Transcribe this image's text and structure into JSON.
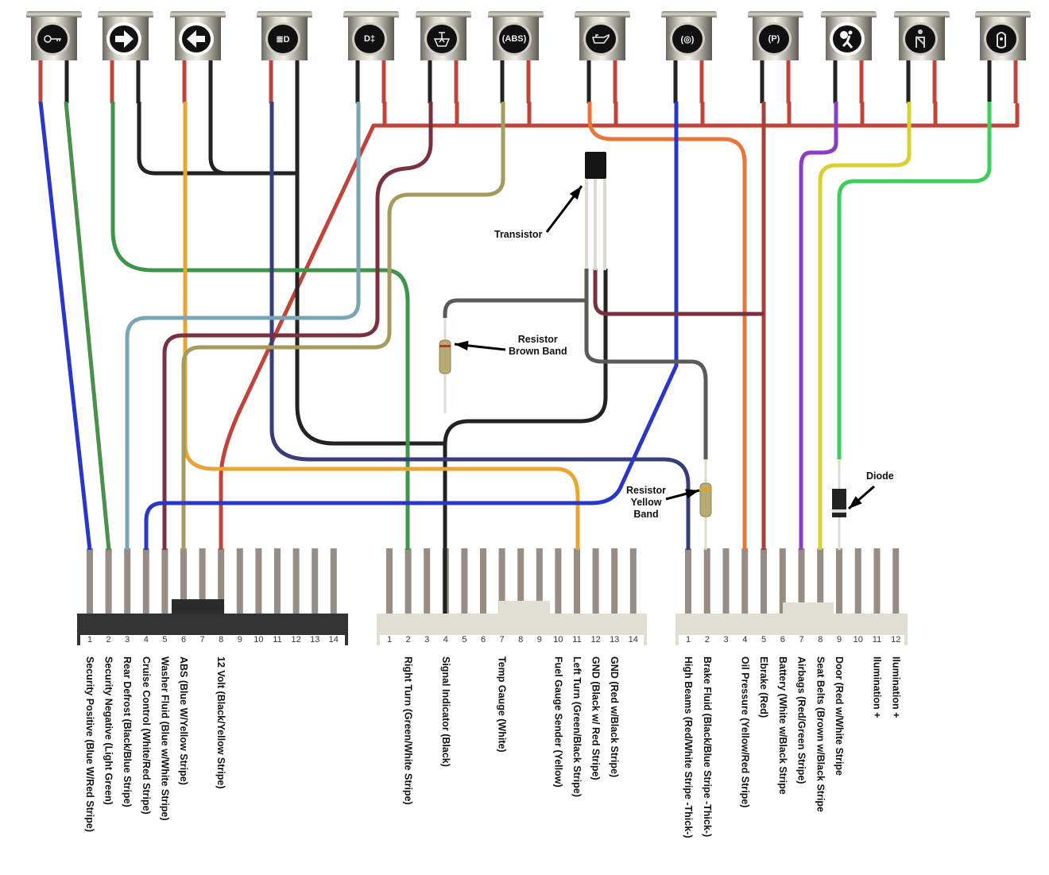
{
  "lamps": [
    {
      "name": "security",
      "icon": "key-icon",
      "glyph": ""
    },
    {
      "name": "right-turn",
      "icon": "arrow-right-icon",
      "glyph": ""
    },
    {
      "name": "left-turn",
      "icon": "arrow-left-icon",
      "glyph": ""
    },
    {
      "name": "high-beam",
      "icon": "high-beam-icon",
      "glyph": "≣D"
    },
    {
      "name": "rear-defrost",
      "icon": "rear-fog-icon",
      "glyph": "D‡"
    },
    {
      "name": "washer-fluid",
      "icon": "washer-fluid-icon",
      "glyph": ""
    },
    {
      "name": "abs",
      "icon": "abs-icon",
      "glyph": "(ABS)"
    },
    {
      "name": "oil-pressure",
      "icon": "oil-can-icon",
      "glyph": ""
    },
    {
      "name": "brake-fluid",
      "icon": "brake-fluid-icon",
      "glyph": "(◎)"
    },
    {
      "name": "ebrake",
      "icon": "parking-brake-icon",
      "glyph": "(P)"
    },
    {
      "name": "airbags",
      "icon": "airbag-icon",
      "glyph": ""
    },
    {
      "name": "seat-belts",
      "icon": "seatbelt-icon",
      "glyph": ""
    },
    {
      "name": "door",
      "icon": "door-ajar-icon",
      "glyph": ""
    }
  ],
  "connectors": [
    {
      "id": "c1",
      "style": "dark",
      "pins": 14,
      "labels": {
        "1": "Security Positive  (Blue W/Red Stripe)",
        "2": "Security Negative  (Light Green)",
        "3": "Rear Defrost (Black/Blue Stripe)",
        "4": "Cruise Control (White/Red Stripe)",
        "5": "Washer Fluid (Blue w/White Stripe)",
        "6": "ABS (Blue W/Yellow Stripe)",
        "8": "12 Volt (Black/Yellow Stripe)"
      }
    },
    {
      "id": "c2",
      "style": "light",
      "pins": 14,
      "labels": {
        "2": "Right Turn (Green/White Stripe)",
        "4": "Signal Indicator (Black)",
        "7": "Temp Gauge (White)",
        "10": "Fuel Gauge Sender (Yellow)",
        "11": "Left Turn (Green/Black Stripe)",
        "12": "GND (Black w/ Red Stripe)",
        "13": "GND (Red w/Black Stripe)"
      }
    },
    {
      "id": "c3",
      "style": "light",
      "pins": 12,
      "labels": {
        "1": "High Beams (Red/White Stripe -Thick-)",
        "2": "Brake Fluid (Black/Blue Stripe -Thick-)",
        "4": "Oil Pressure (Yellow/Red Stripe)",
        "5": "Ebrake (Red)",
        "6": "Battery (White w/Black Stripe",
        "7": "Airbags (Red/Green Stripe)",
        "8": "Seat Belts (Brown w/Black Stripe",
        "9": "Door (Red w/White Stripe",
        "11": "Ilumination +",
        "12": "Ilumination +"
      }
    }
  ],
  "annotations": {
    "transistor": "Transistor",
    "resistor_brown": [
      "Resistor",
      "Brown Band"
    ],
    "resistor_yellow": [
      "Resistor",
      "Yellow",
      "Band"
    ],
    "diode": "Diode"
  },
  "wire_colors": {
    "red": "#c0443a",
    "black": "#222222",
    "blue": "#2a36c8",
    "dark_green": "#4a8f4a",
    "green": "#3e9448",
    "orange_yellow": "#e8a531",
    "navy": "#383d7c",
    "light_blue": "#7aa5b5",
    "maroon": "#7a3040",
    "olive": "#a39c5c",
    "orange": "#e8763a",
    "ebrake_red": "#a8403e",
    "purple": "#8a3fc2",
    "yellow": "#d9cf33",
    "bright_green": "#3fce5e",
    "gray": "#5a5a57",
    "lead_white": "#dcd9cf"
  }
}
